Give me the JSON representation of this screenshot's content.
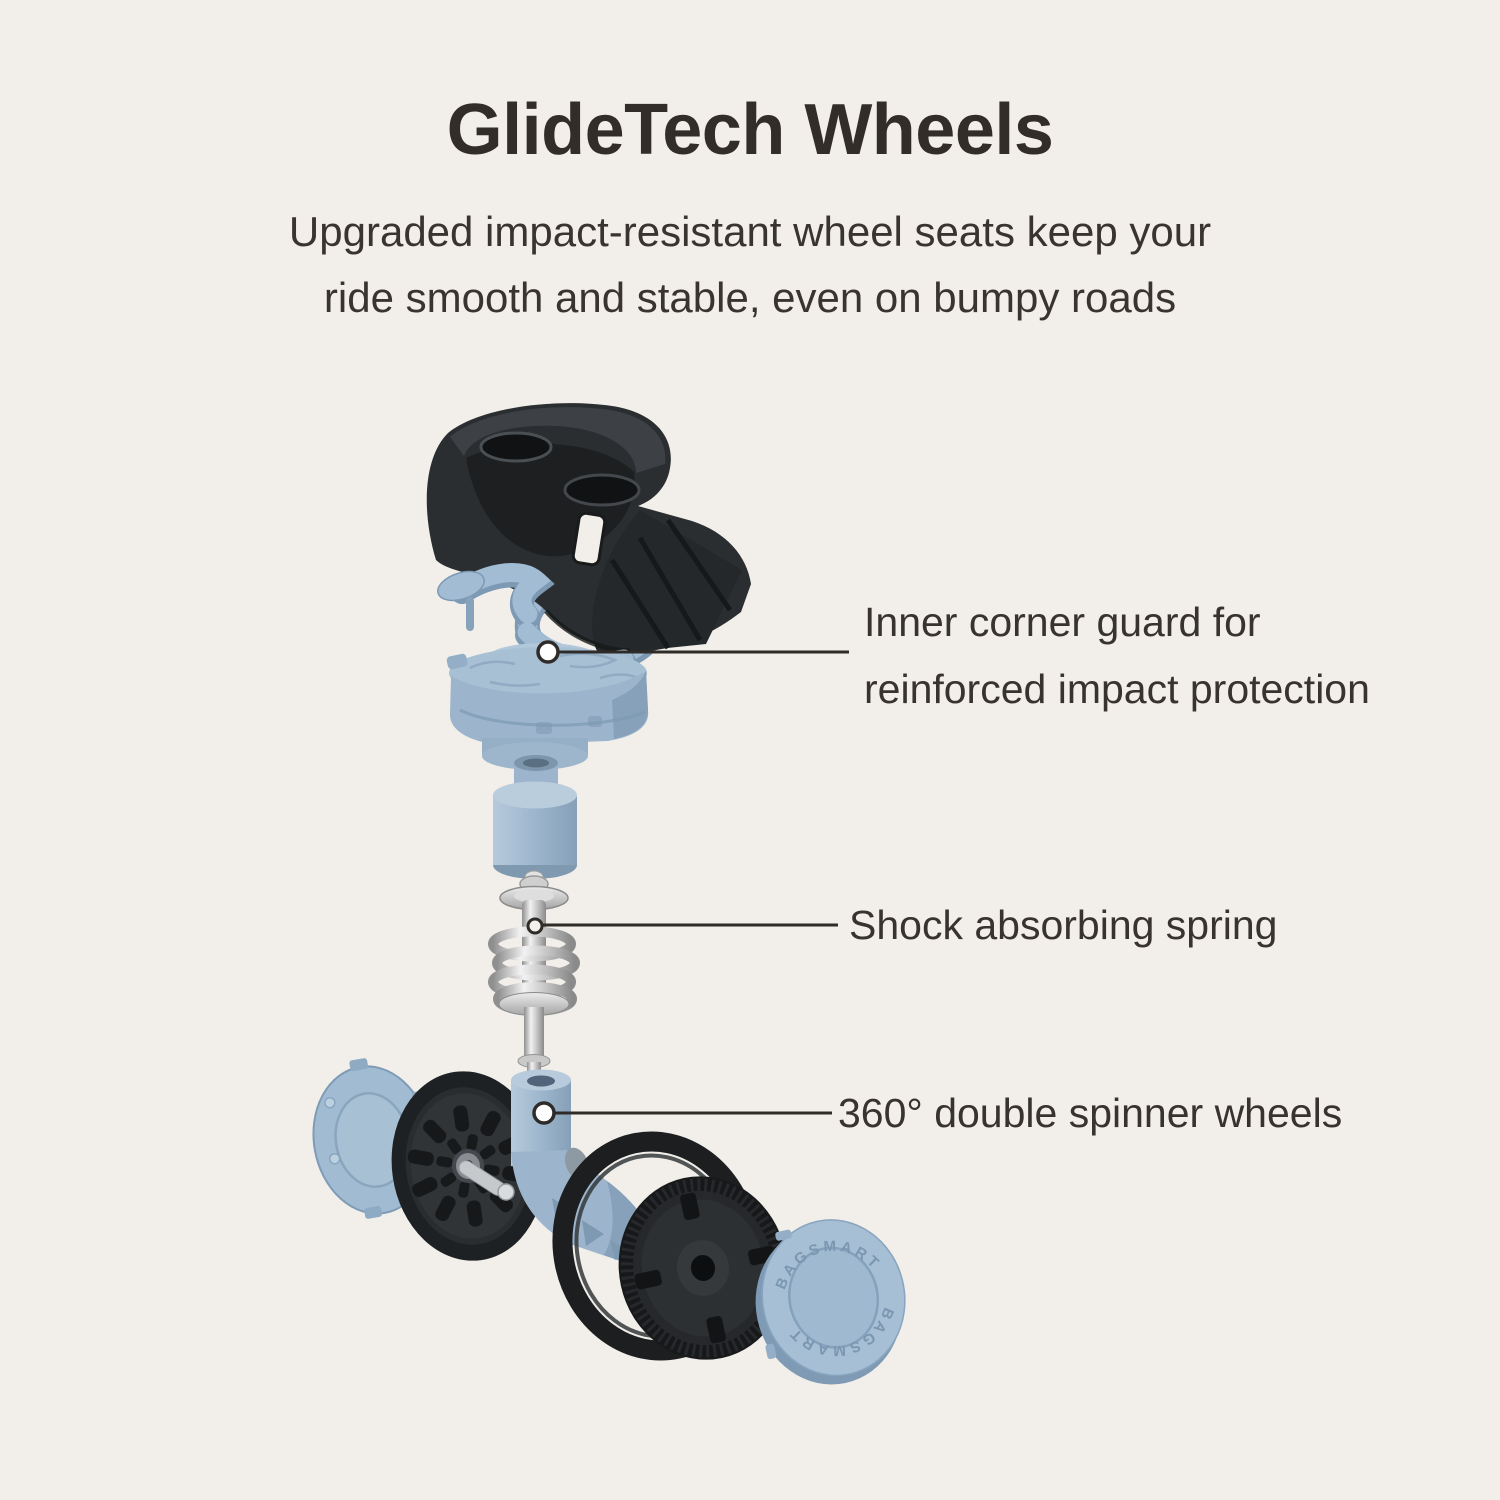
{
  "page": {
    "background_color": "#f2efea",
    "text_color": "#37322d"
  },
  "header": {
    "title": "GlideTech Wheels",
    "subtitle_line1": "Upgraded impact-resistant wheel seats keep your",
    "subtitle_line2": "ride smooth and stable, even on bumpy roads"
  },
  "callouts": {
    "corner_guard": {
      "line1": "Inner corner guard for",
      "line2": "reinforced impact protection"
    },
    "spring": {
      "label": "Shock absorbing spring"
    },
    "wheels": {
      "label": "360° double spinner wheels"
    }
  },
  "diagram": {
    "hubcap_brand_top": "BAGSMART",
    "hubcap_brand_bottom": "BAGSMART",
    "accent_blue": "#9cb5cc",
    "part_black": "#2b2e30",
    "metal_silver": "#c7c7c7"
  }
}
